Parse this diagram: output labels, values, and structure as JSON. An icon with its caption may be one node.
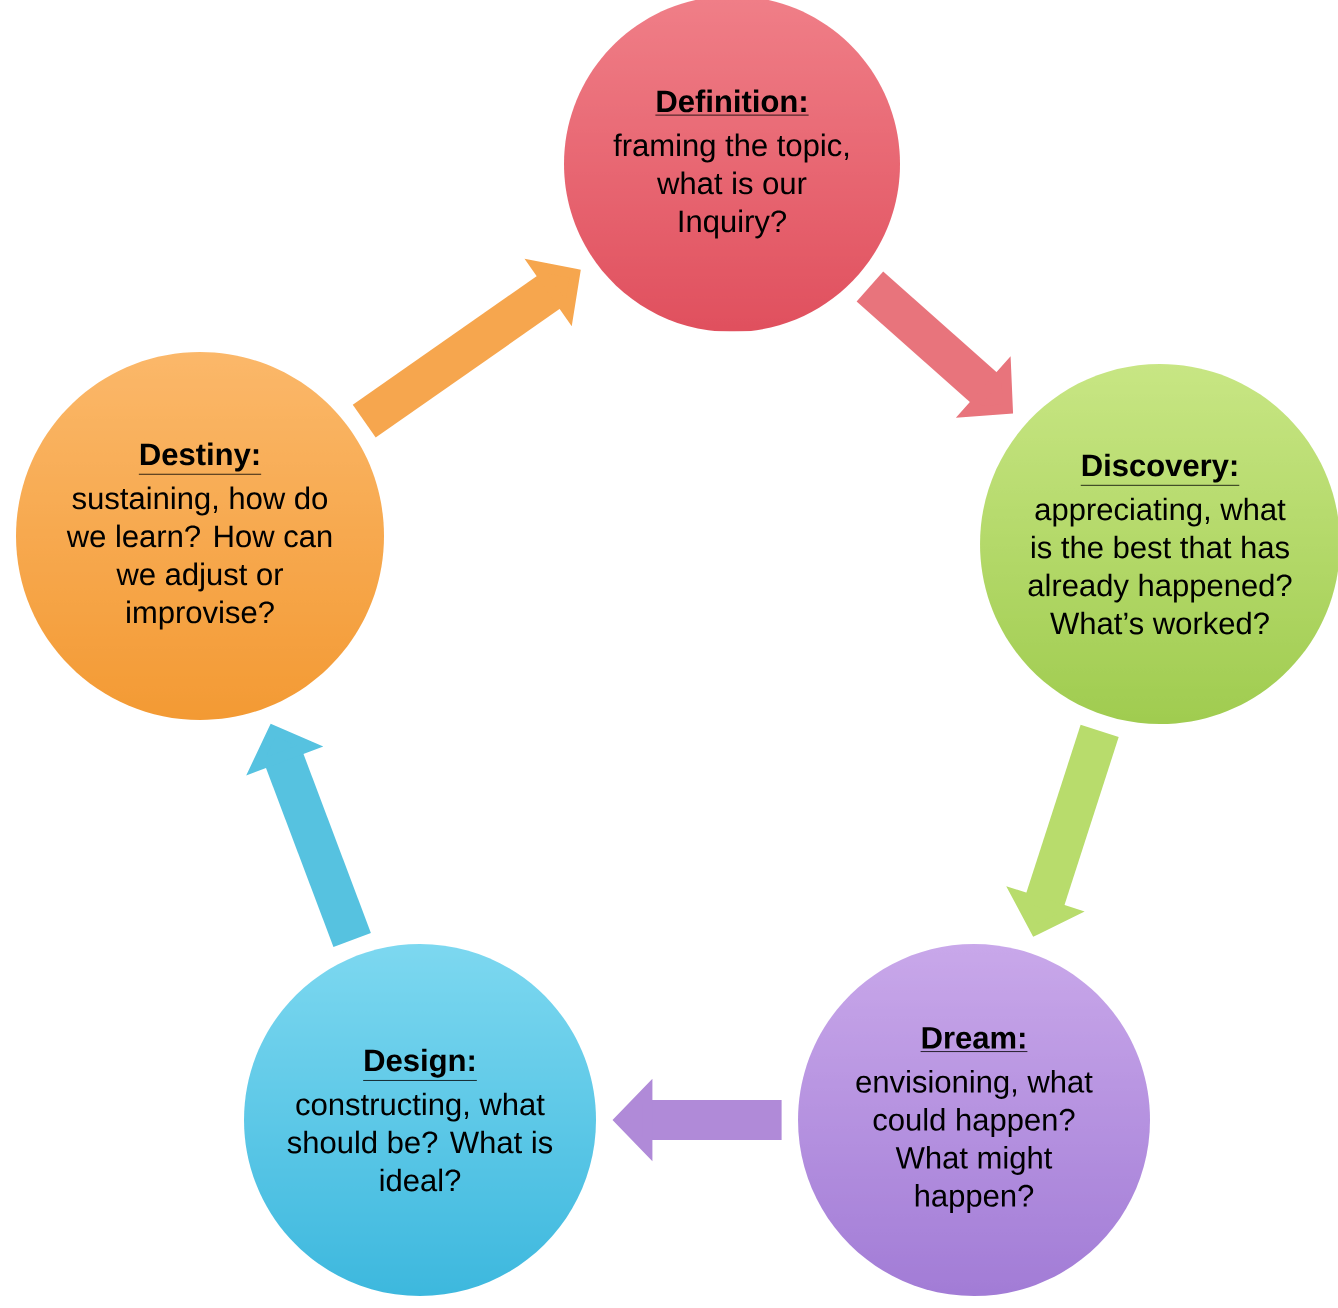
{
  "diagram": {
    "nodes": [
      {
        "text": [
          "Definition:",
          "framing the topic, what is our Inquiry?"
        ]
      },
      {
        "text": [
          "Discovery:",
          "appreciating, what is the best that has already happened? What’s worked?"
        ]
      },
      {
        "text": [
          "Dream:",
          "envisioning, what could happen? What might happen?"
        ]
      },
      {
        "text": [
          "Design:",
          "constructing, what should be? What is ideal?"
        ]
      },
      {
        "text": [
          "Destiny:",
          "sustaining, how do we learn? How can we adjust or improvise?"
        ]
      }
    ],
    "edges": [
      {
        "from": 0,
        "to": 1,
        "arrow": "to",
        "color": "#e8747c"
      },
      {
        "from": 1,
        "to": 2,
        "arrow": "to",
        "color": "#b8dc6c"
      },
      {
        "from": 2,
        "to": 3,
        "arrow": "to",
        "color": "#b08ad8"
      },
      {
        "from": 3,
        "to": 4,
        "arrow": "to",
        "color": "#56c2e0"
      },
      {
        "from": 4,
        "to": 0,
        "arrow": "to",
        "color": "#f6a64e"
      }
    ]
  }
}
